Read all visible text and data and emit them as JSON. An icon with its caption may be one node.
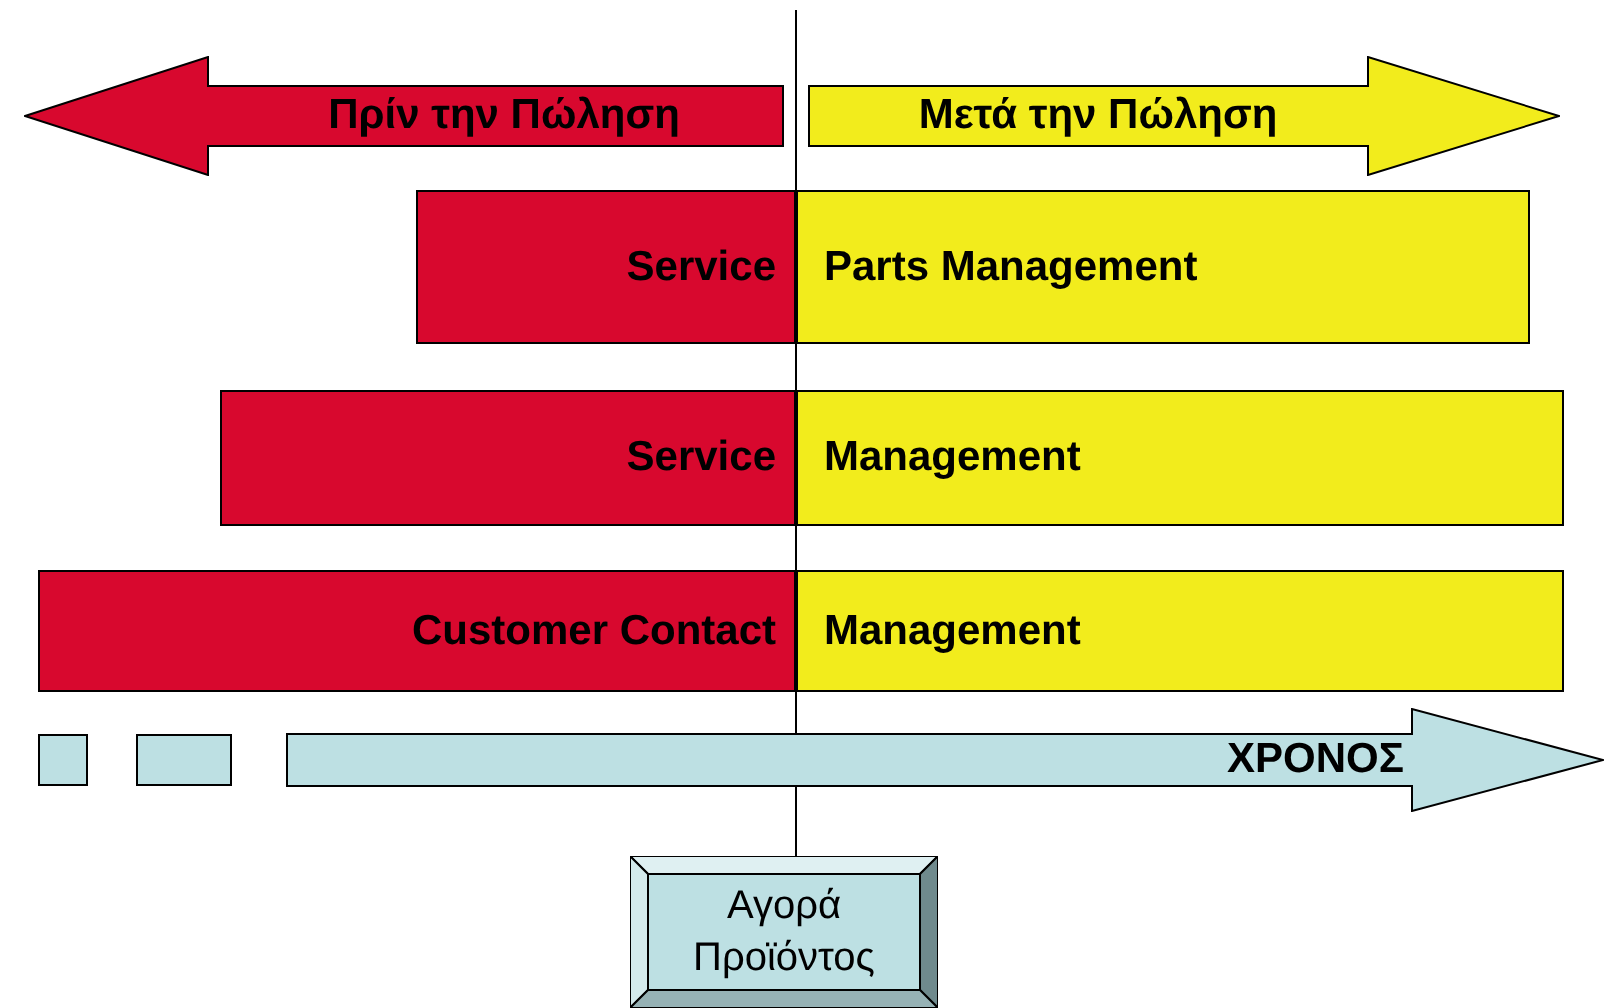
{
  "diagram": {
    "nodes": [
      {
        "text": [
          "Πρίν την Πώληση"
        ]
      },
      {
        "text": [
          "Μετά την Πώληση"
        ]
      },
      {
        "text": [
          "Service"
        ]
      },
      {
        "text": [
          "Parts Management"
        ]
      },
      {
        "text": [
          "Service"
        ]
      },
      {
        "text": [
          "Management"
        ]
      },
      {
        "text": [
          "Customer Contact"
        ]
      },
      {
        "text": [
          "Management"
        ]
      },
      {
        "text": [],
        "shape": "box"
      },
      {
        "text": [],
        "shape": "box"
      },
      {
        "text": [
          "ΧΡΟΝΟΣ"
        ]
      },
      {
        "text": [
          "Αγορά Προϊόντος"
        ]
      }
    ]
  }
}
